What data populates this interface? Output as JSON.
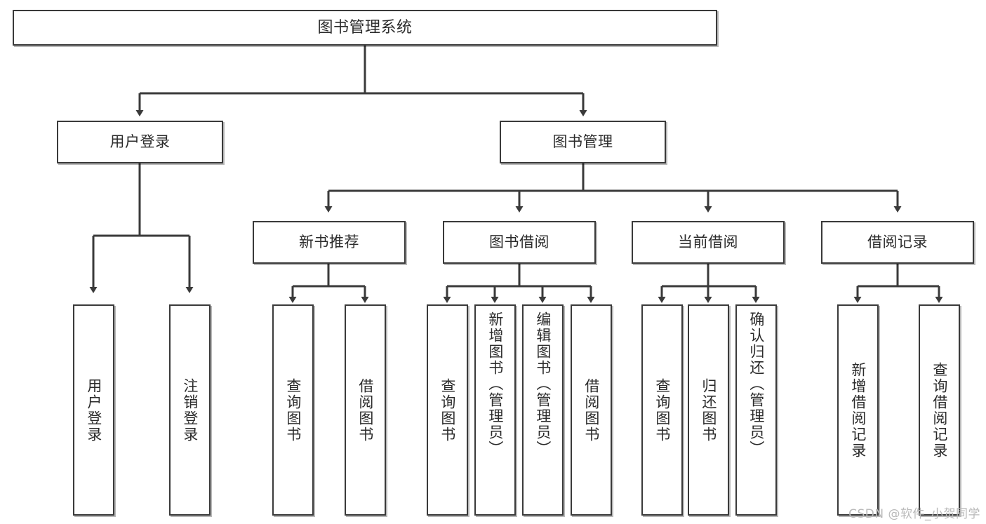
{
  "diagram": {
    "title": "图书管理系统",
    "type": "tree-hierarchy-diagram",
    "watermark": "CSDN @软件_小贺同学",
    "colors": {
      "stroke": "#3a3a3a",
      "fill": "#ffffff",
      "text": "#2b2b2b",
      "watermark": "#b9b9b9"
    }
  },
  "nodes": {
    "root": {
      "id": "root",
      "label": "图书管理系统",
      "level": 1,
      "orientation": "horizontal"
    },
    "level2": [
      {
        "id": "user-login",
        "label": "用户登录",
        "level": 2,
        "orientation": "horizontal"
      },
      {
        "id": "book-manage",
        "label": "图书管理",
        "level": 2,
        "orientation": "horizontal"
      }
    ],
    "level3": [
      {
        "id": "new-book-recommend",
        "label": "新书推荐",
        "level": 3,
        "orientation": "horizontal",
        "parent": "book-manage"
      },
      {
        "id": "book-borrow",
        "label": "图书借阅",
        "level": 3,
        "orientation": "horizontal",
        "parent": "book-manage"
      },
      {
        "id": "current-borrow",
        "label": "当前借阅",
        "level": 3,
        "orientation": "horizontal",
        "parent": "book-manage"
      },
      {
        "id": "borrow-record",
        "label": "借阅记录",
        "level": 3,
        "orientation": "horizontal",
        "parent": "book-manage"
      }
    ],
    "leaves": [
      {
        "id": "leaf-user-login",
        "label": "用户登录",
        "parent": "user-login",
        "orientation": "vertical"
      },
      {
        "id": "leaf-logout-login",
        "label": "注销登录",
        "parent": "user-login",
        "orientation": "vertical"
      },
      {
        "id": "leaf-query-book-1",
        "label": "查询图书",
        "parent": "new-book-recommend",
        "orientation": "vertical"
      },
      {
        "id": "leaf-borrow-book-1",
        "label": "借阅图书",
        "parent": "new-book-recommend",
        "orientation": "vertical"
      },
      {
        "id": "leaf-query-book-2",
        "label": "查询图书",
        "parent": "book-borrow",
        "orientation": "vertical"
      },
      {
        "id": "leaf-add-book",
        "label": "新增图书（管理员）",
        "parent": "book-borrow",
        "orientation": "vertical"
      },
      {
        "id": "leaf-edit-book",
        "label": "编辑图书（管理员）",
        "parent": "book-borrow",
        "orientation": "vertical"
      },
      {
        "id": "leaf-borrow-book-2",
        "label": "借阅图书",
        "parent": "book-borrow",
        "orientation": "vertical"
      },
      {
        "id": "leaf-query-book-3",
        "label": "查询图书",
        "parent": "current-borrow",
        "orientation": "vertical"
      },
      {
        "id": "leaf-return-book",
        "label": "归还图书",
        "parent": "current-borrow",
        "orientation": "vertical"
      },
      {
        "id": "leaf-confirm-return",
        "label": "确认归还（管理员）",
        "parent": "current-borrow",
        "orientation": "vertical"
      },
      {
        "id": "leaf-add-record",
        "label": "新增借阅记录",
        "parent": "borrow-record",
        "orientation": "vertical"
      },
      {
        "id": "leaf-query-record",
        "label": "查询借阅记录",
        "parent": "borrow-record",
        "orientation": "vertical"
      }
    ]
  }
}
